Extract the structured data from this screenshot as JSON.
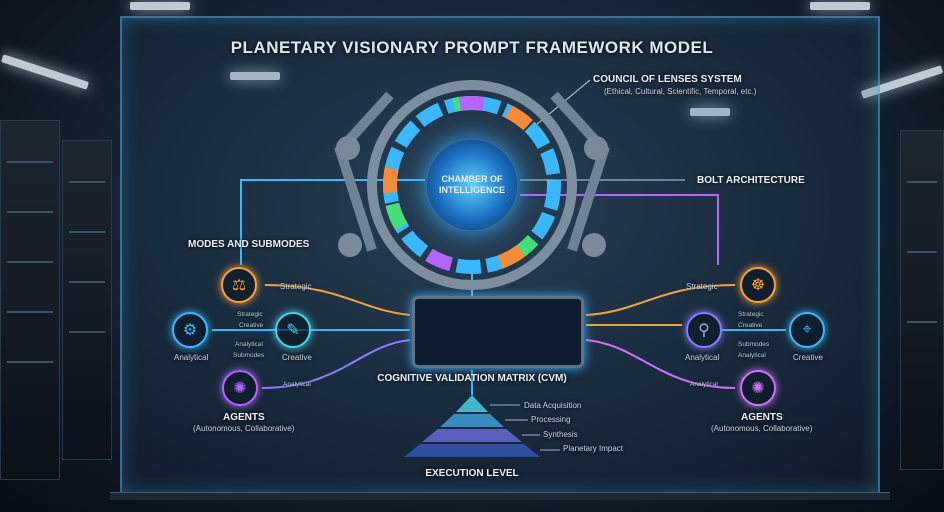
{
  "title": "PLANETARY VISIONARY PROMPT FRAMEWORK MODEL",
  "council": {
    "label": "COUNCIL OF LENSES SYSTEM",
    "sub": "(Ethical, Cultural, Scientific, Temporal, etc.)"
  },
  "bolt": "BOLT ARCHITECTURE",
  "chamber": "CHAMBER OF INTELLIGENCE",
  "modes": "MODES AND SUBMODES",
  "cvm": "COGNITIVE VALIDATION MATRIX (CVM)",
  "left": {
    "strategic": "Strategic",
    "analytical": "Analytical",
    "creative": "Creative",
    "subs": [
      "Strategic",
      "Creative",
      "Analytical",
      "Submodes"
    ],
    "agent_link": "Analytical",
    "agents": "AGENTS",
    "agents_sub": "(Autonomous, Collaborative)"
  },
  "right": {
    "strategic": "Strategic",
    "analytical": "Analytical",
    "creative": "Creative",
    "subs": [
      "Strategic",
      "Creative",
      "Submodes",
      "Analytical"
    ],
    "agent_link": "Analytical",
    "agents": "AGENTS",
    "agents_sub": "(Autonomous, Collaborative)"
  },
  "pyramid": {
    "levels": [
      "Data Acquisition",
      "Processing",
      "Synthesis",
      "Planetary Impact"
    ],
    "label": "EXECUTION LEVEL"
  },
  "colors": {
    "orange": "#f5a03a",
    "blue": "#3ab8ff",
    "purple": "#b565ff",
    "cyan": "#43d6e8"
  }
}
